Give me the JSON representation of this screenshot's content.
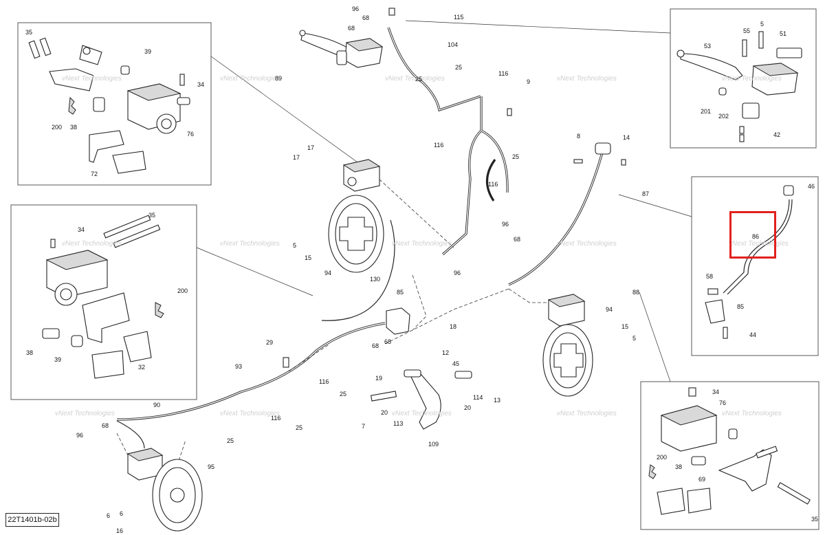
{
  "diagram": {
    "reference_code": "22T1401b-02b",
    "watermark_text": "vNext Technologies",
    "highlight_color": "#e0201c",
    "callouts": {
      "c96a": "96",
      "c68a": "68",
      "c68b": "68",
      "c115": "115",
      "c104": "104",
      "c25a": "25",
      "c25b": "25",
      "c116a": "116",
      "c116b": "116",
      "c116c": "116",
      "c9": "9",
      "c89": "89",
      "c17a": "17",
      "c17b": "17",
      "c5a": "5",
      "c15a": "15",
      "c94a": "94",
      "c8": "8",
      "c14": "14",
      "c25c": "25",
      "c87": "87",
      "c96b": "96",
      "c68c": "68",
      "c96c": "96",
      "c130": "130",
      "c85a": "85",
      "c18": "18",
      "c68d": "68",
      "c68e": "68",
      "c88": "88",
      "c94b": "94",
      "c15b": "15",
      "c5b": "5",
      "c12": "12",
      "c45": "45",
      "c19": "19",
      "c29": "29",
      "c93": "93",
      "c116d": "116",
      "c25d": "25",
      "c114": "114",
      "c13": "13",
      "c20a": "20",
      "c20b": "20",
      "c7": "7",
      "c113": "113",
      "c116e": "116",
      "c25e": "25",
      "c109": "109",
      "c90": "90",
      "c96d": "96",
      "c68f": "68",
      "c25f": "25",
      "c95": "95",
      "c6a": "6",
      "c6b": "6",
      "c16": "16",
      "tl35": "35",
      "tl39": "39",
      "tl34": "34",
      "tl76": "76",
      "tl200": "200",
      "tl38": "38",
      "tl72": "72",
      "ml34": "34",
      "ml35": "35",
      "ml200": "200",
      "ml38": "38",
      "ml39": "39",
      "ml32": "32",
      "tr55": "55",
      "tr5x": "5",
      "tr51": "51",
      "tr53": "53",
      "tr201": "201",
      "tr202": "202",
      "tr42": "42",
      "mr46": "46",
      "mr86": "86",
      "mr58": "58",
      "mr85": "85",
      "mr44": "44",
      "br34": "34",
      "br76": "76",
      "br200": "200",
      "br38": "38",
      "br69": "69",
      "br35": "35"
    }
  }
}
